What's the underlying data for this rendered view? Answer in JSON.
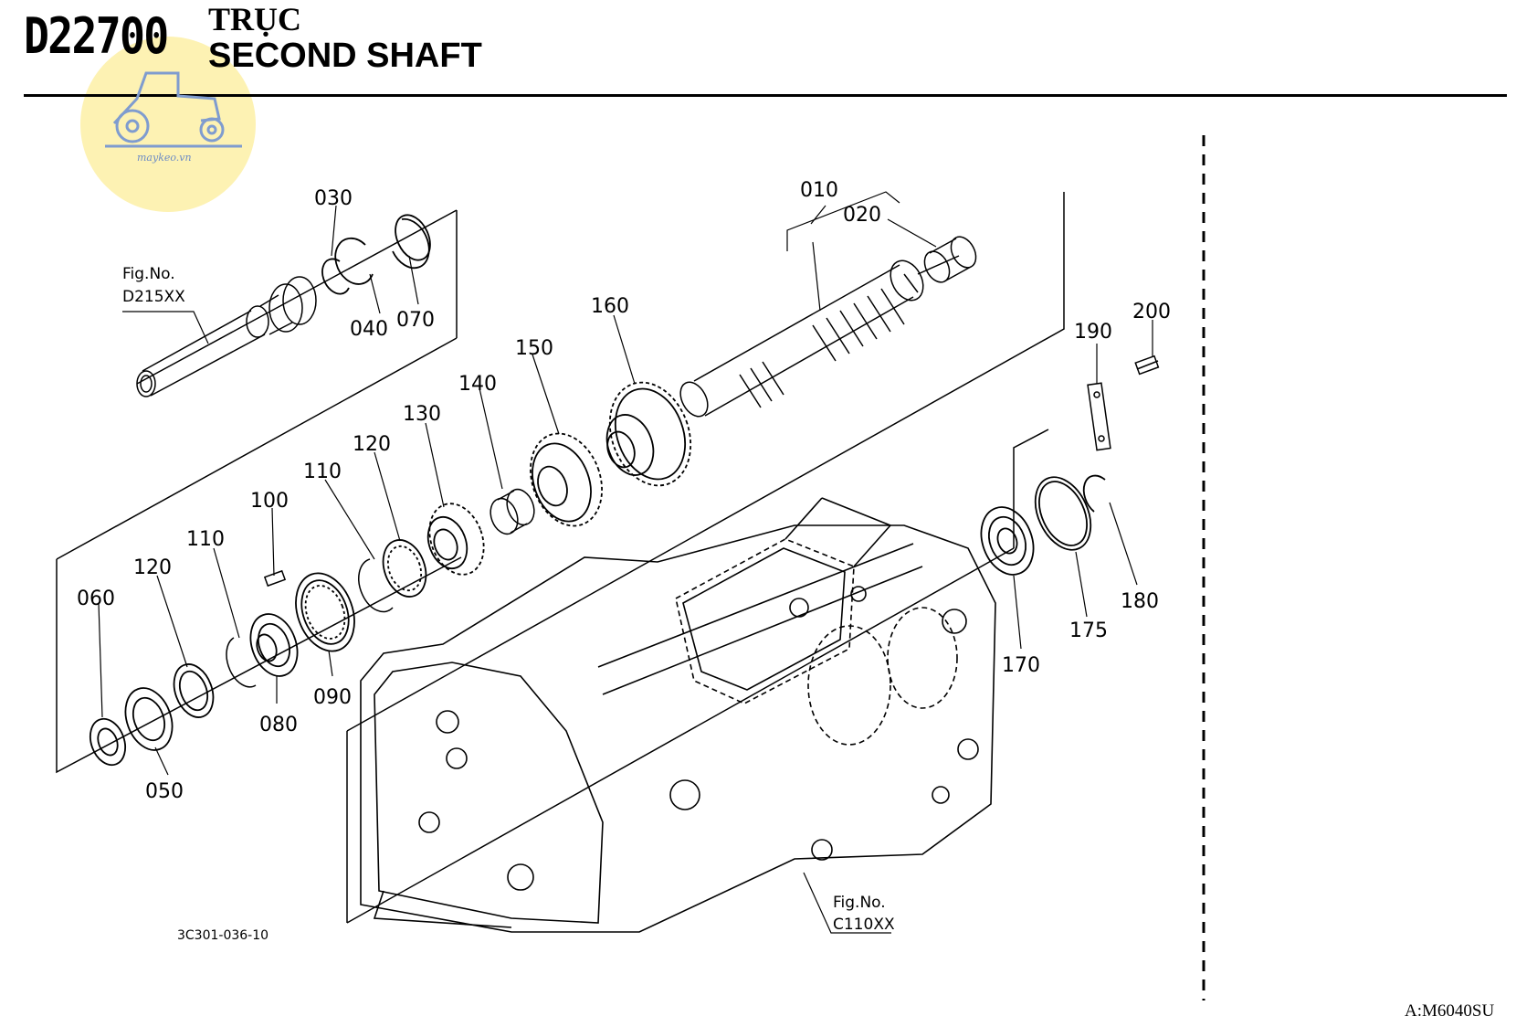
{
  "header": {
    "code": "D22700",
    "title_vi": "TRỤC",
    "title_en": "SECOND SHAFT"
  },
  "watermark": {
    "brand": "maykeo.vn",
    "icon": "tractor-icon",
    "color": "#fdf0a6"
  },
  "callouts": [
    {
      "id": "010",
      "label": "010"
    },
    {
      "id": "020",
      "label": "020"
    },
    {
      "id": "030",
      "label": "030"
    },
    {
      "id": "040",
      "label": "040"
    },
    {
      "id": "050",
      "label": "050"
    },
    {
      "id": "060",
      "label": "060"
    },
    {
      "id": "070",
      "label": "070"
    },
    {
      "id": "080",
      "label": "080"
    },
    {
      "id": "090",
      "label": "090"
    },
    {
      "id": "100",
      "label": "100"
    },
    {
      "id": "110a",
      "label": "110"
    },
    {
      "id": "110b",
      "label": "110"
    },
    {
      "id": "120a",
      "label": "120"
    },
    {
      "id": "120b",
      "label": "120"
    },
    {
      "id": "130",
      "label": "130"
    },
    {
      "id": "140",
      "label": "140"
    },
    {
      "id": "150",
      "label": "150"
    },
    {
      "id": "160",
      "label": "160"
    },
    {
      "id": "170",
      "label": "170"
    },
    {
      "id": "175",
      "label": "175"
    },
    {
      "id": "180",
      "label": "180"
    },
    {
      "id": "190",
      "label": "190"
    },
    {
      "id": "200",
      "label": "200"
    }
  ],
  "refs": {
    "fig1_title": "Fig.No.",
    "fig1_code": "D215XX",
    "fig2_title": "Fig.No.",
    "fig2_code": "C110XX"
  },
  "drawing_number": "3C301-036-10",
  "footer": "A:M6040SU"
}
